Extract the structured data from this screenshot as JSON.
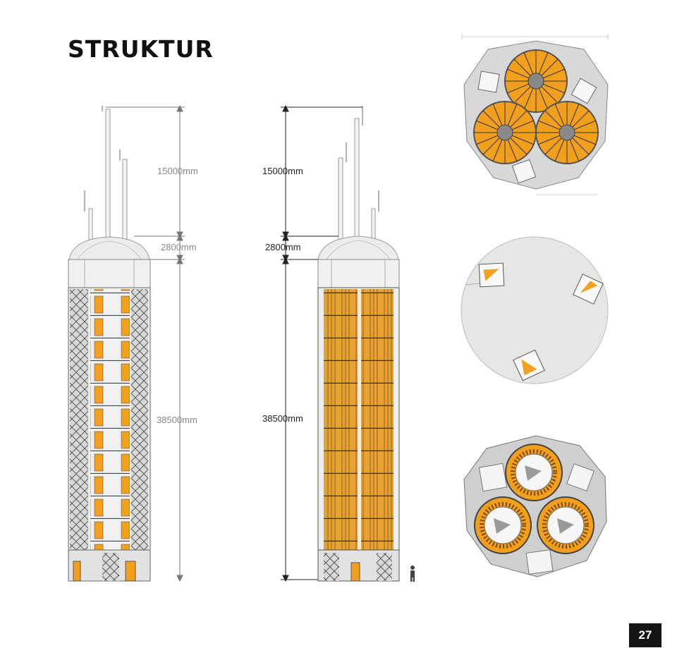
{
  "page": {
    "title": "STRUKTUR",
    "page_number": "27"
  },
  "colors": {
    "accent_orange": "#f2a01c",
    "structure_gray": "#8e8e8e",
    "dark_line": "#333333",
    "plan_fill": "#dcdcdc"
  },
  "elevation_left": {
    "dim_top": "15000mm",
    "dim_mid": "2800mm",
    "dim_bottom": "38500mm"
  },
  "elevation_right": {
    "dim_top": "15000mm",
    "dim_mid": "2800mm",
    "dim_bottom": "38500mm"
  },
  "plans": {
    "top": "three-cylinder-floor-plan",
    "middle": "roof-plan",
    "bottom": "three-cylinder-perspective"
  },
  "icons": {
    "scale_figure": "person-icon"
  }
}
